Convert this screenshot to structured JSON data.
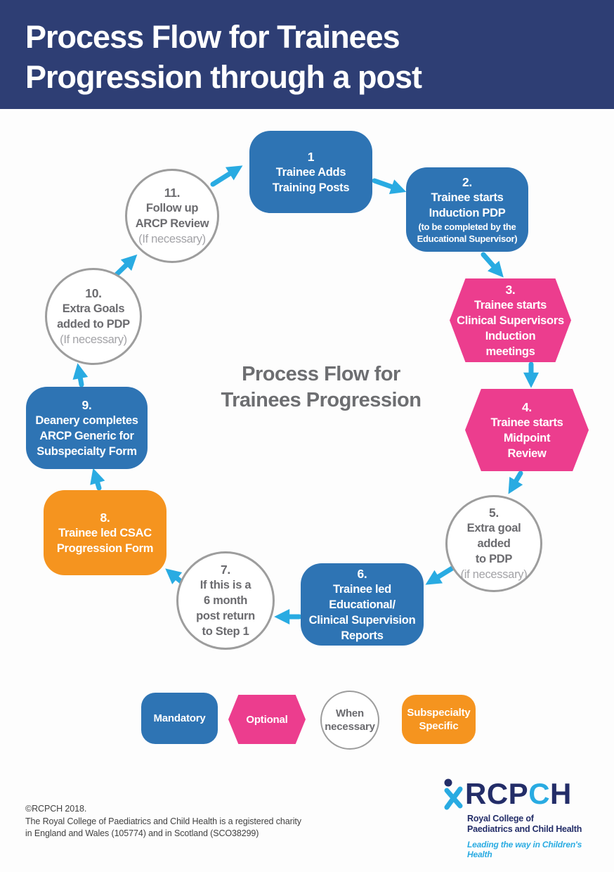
{
  "colors": {
    "navy": "#2e3e74",
    "blue": "#2e74b4",
    "pink": "#ec3d8e",
    "orange": "#f5941f",
    "cyan": "#29abe2",
    "circle-border": "#9d9d9d",
    "gray-text": "#6b6b6f",
    "gray-light": "#a3a3a7",
    "center-label": "#6d6e71",
    "footer-text": "#414141",
    "logo-navy": "#232d68"
  },
  "header": {
    "title_line1": "Process Flow for Trainees",
    "title_line2": "Progression through a post"
  },
  "center_label": {
    "line1": "Process Flow for",
    "line2": "Trainees Progression"
  },
  "steps": [
    {
      "number": "1",
      "lines": [
        "Trainee Adds",
        "Training Posts"
      ]
    },
    {
      "number": "2.",
      "lines": [
        "Trainee starts",
        "Induction PDP"
      ],
      "note_lines": [
        "(to be completed by the",
        "Educational Supervisor)"
      ]
    },
    {
      "number": "3.",
      "lines": [
        "Trainee starts",
        "Clinical Supervisors",
        "Induction",
        "meetings"
      ]
    },
    {
      "number": "4.",
      "lines": [
        "Trainee starts",
        "Midpoint",
        "Review"
      ]
    },
    {
      "number": "5.",
      "lines": [
        "Extra goal",
        "added",
        "to PDP"
      ],
      "note": "(if necessary)"
    },
    {
      "number": "6.",
      "lines": [
        "Trainee led",
        "Educational/",
        "Clinical Supervision",
        "Reports"
      ]
    },
    {
      "number": "7.",
      "lines": [
        "If this is a",
        "6 month",
        "post return",
        "to Step 1"
      ]
    },
    {
      "number": "8.",
      "lines": [
        "Trainee led CSAC",
        "Progression Form"
      ]
    },
    {
      "number": "9.",
      "lines": [
        "Deanery completes",
        "ARCP Generic for",
        "Subspecialty Form"
      ]
    },
    {
      "number": "10.",
      "lines": [
        "Extra Goals",
        "added to PDP"
      ],
      "note": "(If necessary)"
    },
    {
      "number": "11.",
      "lines": [
        "Follow up",
        "ARCP Review"
      ],
      "note": "(If necessary)"
    }
  ],
  "legend": {
    "mandatory": "Mandatory",
    "optional": "Optional",
    "when_necessary_line1": "When",
    "when_necessary_line2": "necessary",
    "subspecialty_line1": "Subspecialty",
    "subspecialty_line2": "Specific"
  },
  "footer": {
    "line1": "©RCPCH 2018.",
    "line2": "The Royal College of Paediatrics and Child Health is a registered charity",
    "line3": "in England and Wales (105774) and in Scotland (SCO38299)"
  },
  "logo": {
    "icon": "star-person-icon",
    "acronym_part1": "RCP",
    "acronym_cyan": "C",
    "acronym_part2": "H",
    "subtitle_line1": "Royal College of",
    "subtitle_line2": "Paediatrics and Child Health",
    "tagline": "Leading the way in Children's Health"
  }
}
